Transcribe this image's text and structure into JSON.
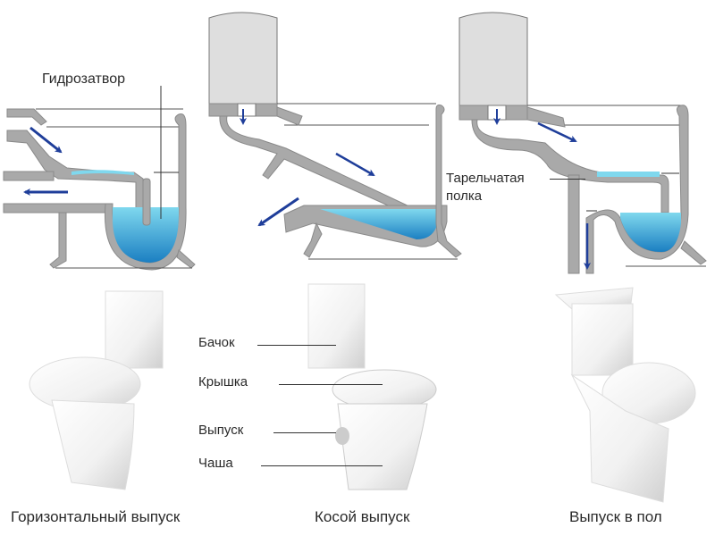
{
  "colors": {
    "ceramic": "#a9a9a9",
    "ceramic_stroke": "#8a8a8a",
    "tank": "#dedede",
    "water_top": "#7fd8ee",
    "water_bottom": "#1b7fc2",
    "arrow": "#1f3e9a",
    "text": "#2a2a2a",
    "line": "#333333"
  },
  "diagrams": [
    {
      "id": "horizontal",
      "callouts": [
        {
          "label": "Гидрозатвор"
        }
      ],
      "flow_arrows": [
        "in-diagonal",
        "out-left"
      ]
    },
    {
      "id": "oblique",
      "callouts": [],
      "flow_arrows": [
        "tank-down",
        "bowl-diagonal",
        "out-down-left"
      ]
    },
    {
      "id": "vertical",
      "callouts": [
        {
          "label_line1": "Тарельчатая",
          "label_line2": "полка"
        }
      ],
      "flow_arrows": [
        "tank-down",
        "bowl-diagonal",
        "out-down"
      ]
    }
  ],
  "parts_labels": {
    "tank": "Бачок",
    "lid": "Крышка",
    "outlet": "Выпуск",
    "bowl": "Чаша"
  },
  "captions": {
    "horizontal": "Горизонтальный выпуск",
    "oblique": "Косой выпуск",
    "vertical": "Выпуск в пол"
  }
}
